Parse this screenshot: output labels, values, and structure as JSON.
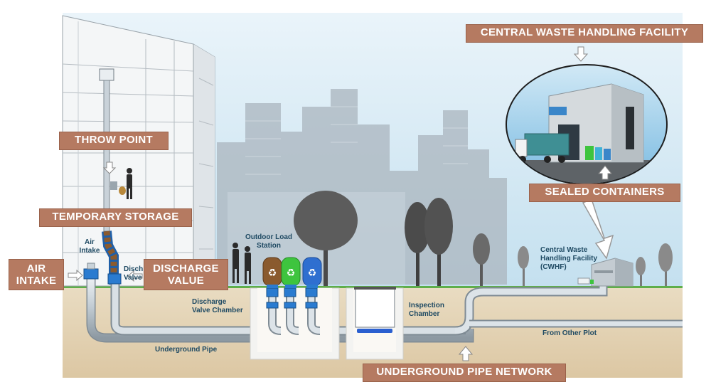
{
  "callouts": {
    "cwhf": "CENTRAL WASTE HANDLING FACILITY",
    "sealed": "SEALED CONTAINERS",
    "throw": "THROW POINT",
    "temp": "TEMPORARY STORAGE",
    "air_1": "AIR",
    "air_2": "INTAKE",
    "discharge_1": "DISCHARGE",
    "discharge_2": "VALUE",
    "network": "UNDERGROUND PIPE NETWORK"
  },
  "labels": {
    "air_intake_1": "Air",
    "air_intake_2": "Intake",
    "discharge_cut_1": "Disch",
    "discharge_cut_2": "Valve",
    "outdoor_1": "Outdoor Load",
    "outdoor_2": "Station",
    "cwhf_1": "Central Waste",
    "cwhf_2": "Handling Facility",
    "cwhf_3": "(CWHF)",
    "dvc_1": "Discharge",
    "dvc_2": "Valve Chamber",
    "inspection_1": "Inspection",
    "inspection_2": "Chamber",
    "underground_pipe": "Underground Pipe",
    "from_other": "From Other Plot"
  },
  "colors": {
    "callout": "#b57a61",
    "label_text": "#1f4a63",
    "bin_brown": "#8a5a2e",
    "bin_green": "#3ec43e",
    "bin_blue": "#2f6fd0",
    "ground": "#e7d6b8",
    "sky": "#cfe6f2",
    "pipe": "#c9d3da",
    "valve_blue": "#2a7bd0"
  }
}
